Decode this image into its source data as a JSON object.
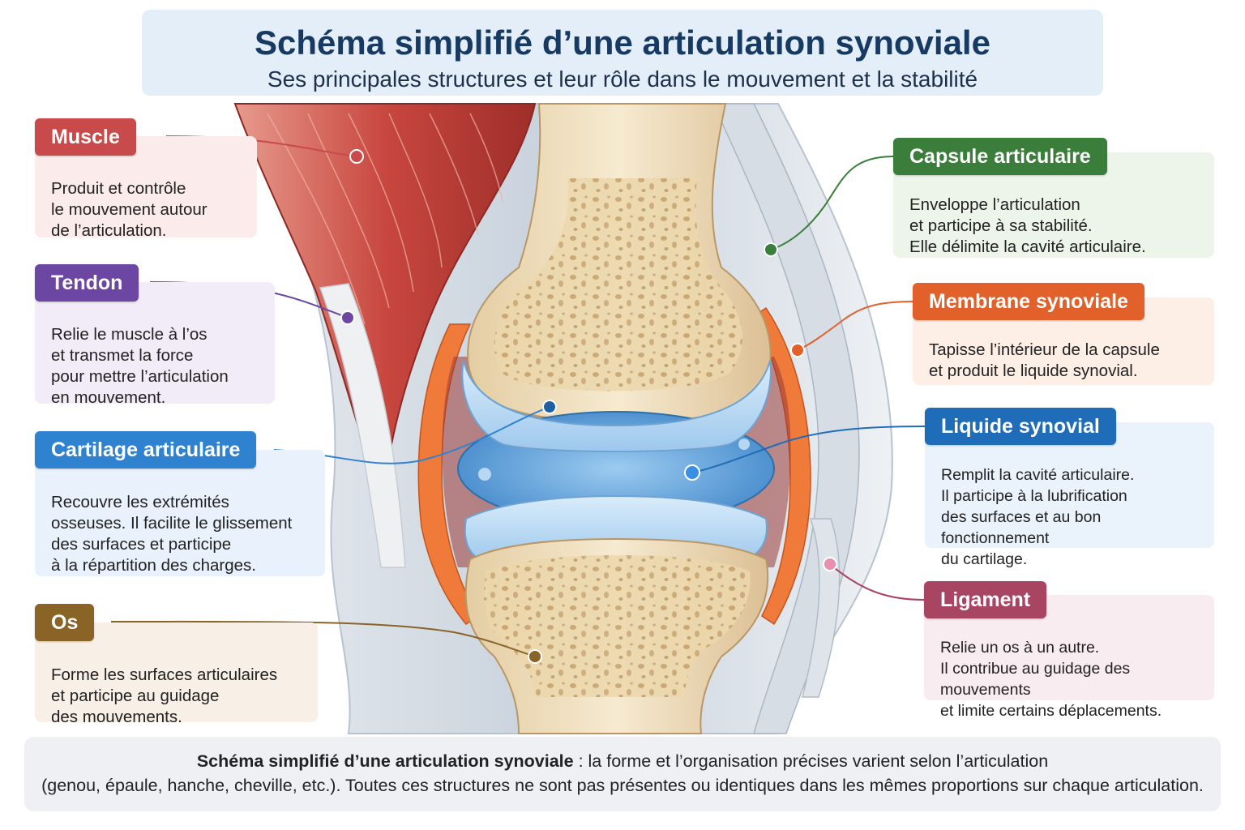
{
  "header": {
    "title": "Schéma simplifié d’une articulation synoviale",
    "subtitle": "Ses principales structures et leur rôle dans le mouvement et la stabilité"
  },
  "colors": {
    "muscle": "#c94a4a",
    "tendon": "#6b47a3",
    "cartilage": "#2f82cf",
    "os": "#8a6326",
    "capsule": "#3b7d3a",
    "membrane": "#e2612a",
    "liquide": "#1f6cb8",
    "ligament": "#a84563"
  },
  "labels": {
    "muscle": {
      "title": "Muscle",
      "text": "Produit et contrôle\nle mouvement autour\nde l’articulation."
    },
    "tendon": {
      "title": "Tendon",
      "text": "Relie le muscle à l’os\net transmet la force\npour mettre l’articulation\nen mouvement."
    },
    "cartilage": {
      "title": "Cartilage articulaire",
      "text": "Recouvre les extrémités\nosseuses. Il facilite le glissement\ndes surfaces et participe\nà la répartition des charges."
    },
    "os": {
      "title": "Os",
      "text": "Forme les surfaces articulaires\net participe au guidage\ndes mouvements."
    },
    "capsule": {
      "title": "Capsule articulaire",
      "text": "Enveloppe l’articulation\net participe à sa stabilité.\nElle délimite la cavité articulaire."
    },
    "membrane": {
      "title": "Membrane synoviale",
      "text": "Tapisse l’intérieur de la capsule\net produit le liquide synovial."
    },
    "liquide": {
      "title": "Liquide synovial",
      "text": "Remplit la cavité articulaire.\nIl participe à la lubrification\ndes surfaces et au bon fonctionnement\ndu cartilage."
    },
    "ligament": {
      "title": "Ligament",
      "text": "Relie un os à un autre.\nIl contribue au guidage des mouvements\net limite certains déplacements."
    }
  },
  "footer": {
    "bold": "Schéma simplifié d’une articulation synoviale",
    "rest": " : la forme et l’organisation précises varient selon l’articulation",
    "line2": "(genou, épaule, hanche, cheville, etc.). Toutes ces structures ne sont pas présentes ou identiques dans les mêmes proportions sur chaque articulation."
  }
}
